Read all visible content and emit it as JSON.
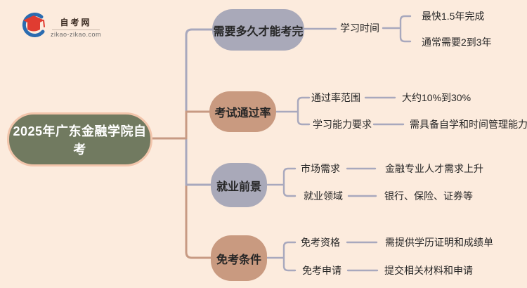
{
  "logo": {
    "site_name": "自考网",
    "site_url": "zikao-zikao.com"
  },
  "root": {
    "label": "2025年广东金融学院自考"
  },
  "branches": [
    {
      "label": "需要多久才能考完",
      "children": [
        {
          "label": "学习时间",
          "leaves": [
            "最快1.5年完成",
            "通常需要2到3年"
          ]
        }
      ]
    },
    {
      "label": "考试通过率",
      "children": [
        {
          "label": "通过率范围",
          "leaves": [
            "大约10%到30%"
          ]
        },
        {
          "label": "学习能力要求",
          "leaves": [
            "需具备自学和时间管理能力"
          ]
        }
      ]
    },
    {
      "label": "就业前景",
      "children": [
        {
          "label": "市场需求",
          "leaves": [
            "金融专业人才需求上升"
          ]
        },
        {
          "label": "就业领域",
          "leaves": [
            "银行、保险、证券等"
          ]
        }
      ]
    },
    {
      "label": "免考条件",
      "children": [
        {
          "label": "免考资格",
          "leaves": [
            "需提供学历证明和成绩单"
          ]
        },
        {
          "label": "免考申请",
          "leaves": [
            "提交相关材料和申请"
          ]
        }
      ]
    }
  ],
  "colors": {
    "bg": "#fcebdd",
    "root-fill": "#717a60",
    "root-border": "#f2c5ab",
    "root-text": "#ffffff",
    "node-lavender": "#a9a9b9",
    "node-tan": "#c99a80",
    "line-lavender": "#a8a8bd",
    "line-tan": "#c79a83",
    "text-dark": "#262626",
    "logo-red": "#e03c31",
    "logo-blue": "#2b6cb0",
    "logo-text": "#3a2b22",
    "logo-sub": "#6b6b6b"
  }
}
